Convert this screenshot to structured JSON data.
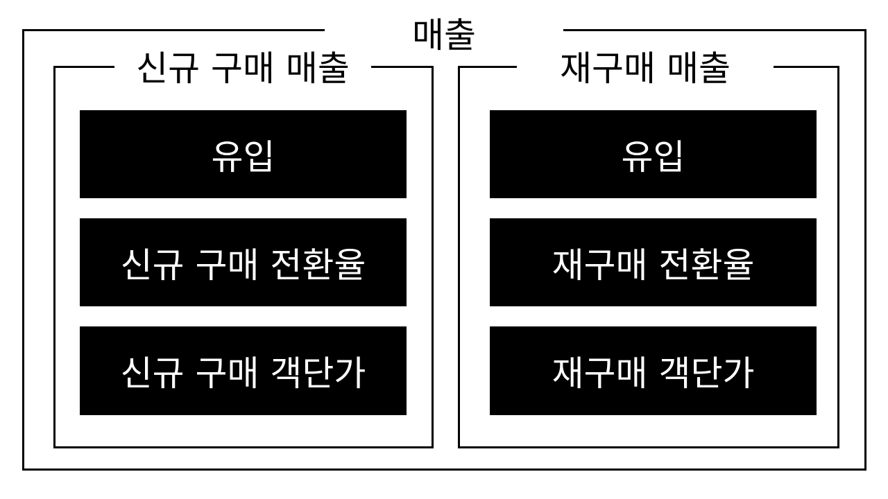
{
  "diagram": {
    "title": "매출",
    "groups": [
      {
        "title": "신규 구매 매출",
        "items": [
          "유입",
          "신규 구매 전환율",
          "신규 구매 객단가"
        ]
      },
      {
        "title": "재구매 매출",
        "items": [
          "유입",
          "재구매 전환율",
          "재구매 객단가"
        ]
      }
    ],
    "colors": {
      "background": "#ffffff",
      "frame": "#000000",
      "box_fill": "#000000",
      "box_text": "#ffffff"
    }
  }
}
